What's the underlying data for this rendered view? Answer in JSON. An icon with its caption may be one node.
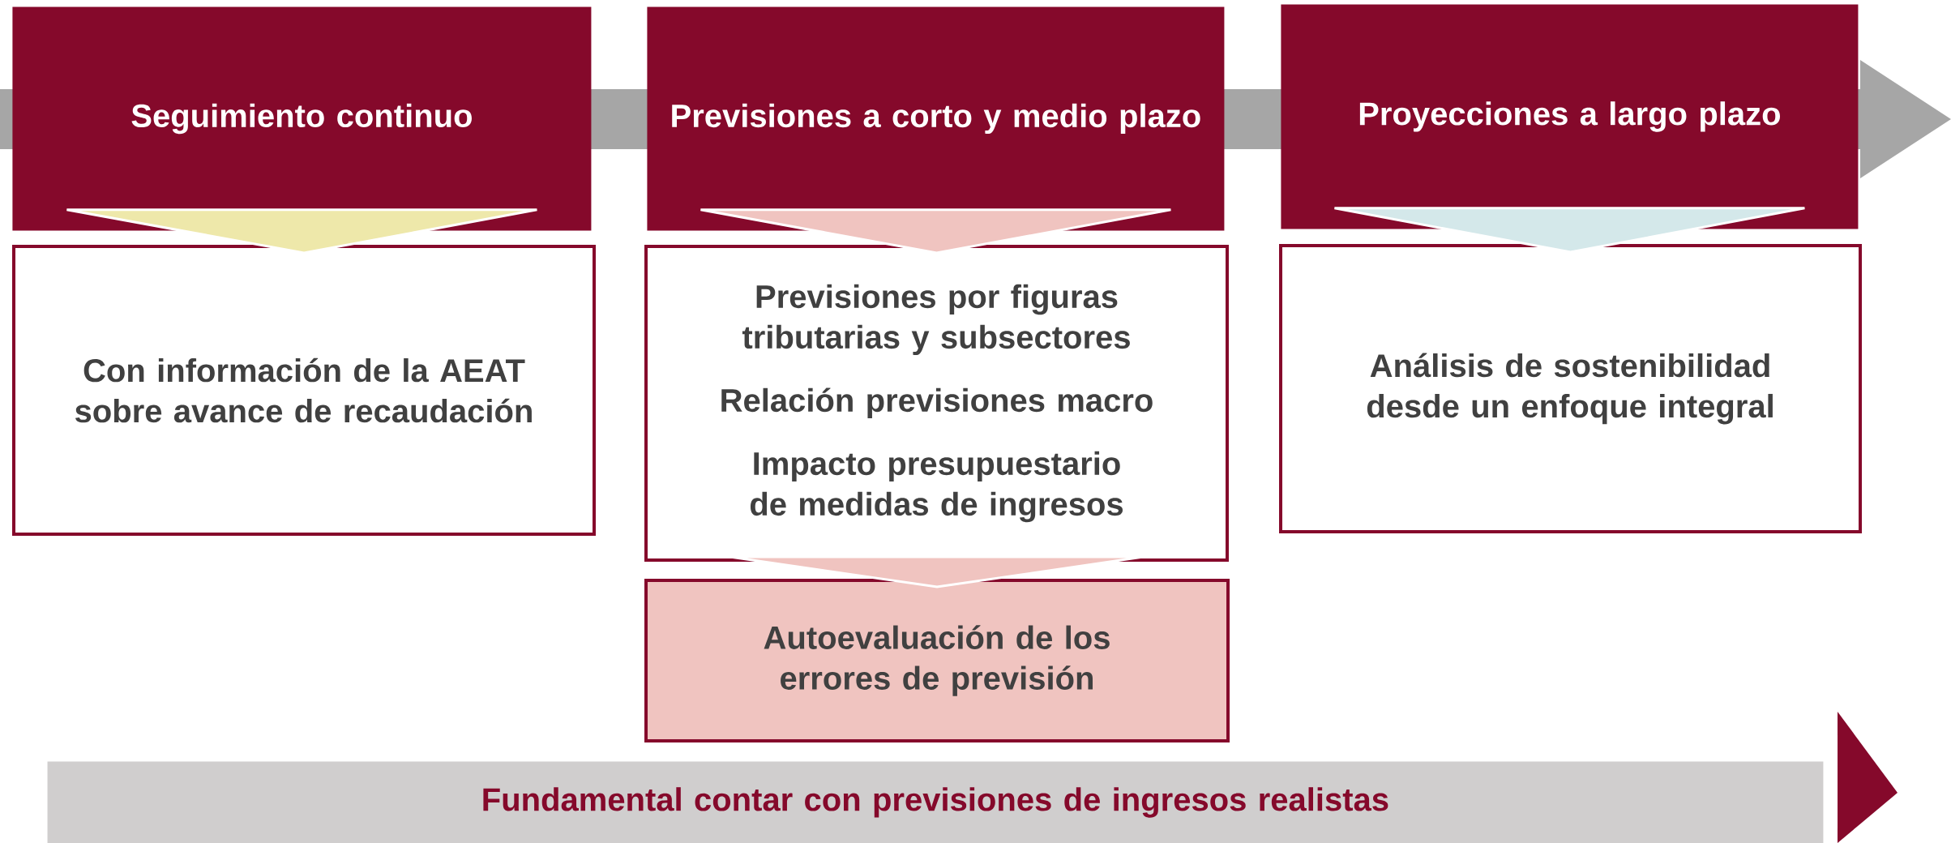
{
  "diagram": {
    "nodes": [
      {
        "text": [
          "Seguimiento continuo"
        ]
      },
      {
        "text": [
          "Previsiones a corto y medio plazo"
        ]
      },
      {
        "text": [
          "Proyecciones a largo plazo"
        ]
      },
      {
        "text": [
          "Con información de la AEAT sobre avance de recaudación"
        ]
      },
      {
        "text": [
          "Previsiones por figuras tributarias y subsectores",
          "Relación previsiones macro",
          "Impacto presupuestario de medidas de ingresos"
        ]
      },
      {
        "text": [
          "Análisis de sostenibilidad desde un enfoque integral"
        ]
      },
      {
        "text": [
          "Autoevaluación de los errores de previsión"
        ]
      },
      {
        "text": [
          "Fundamental contar con previsiones de ingresos realistas"
        ]
      }
    ],
    "edges": [
      {
        "from": 0,
        "to": 3,
        "arrow": "to",
        "color": "#eee8aa"
      },
      {
        "from": 1,
        "to": 4,
        "arrow": "to",
        "color": "#f0c4c0"
      },
      {
        "from": 2,
        "to": 5,
        "arrow": "to",
        "color": "#d4e8ea"
      },
      {
        "from": 4,
        "to": 6,
        "arrow": "to",
        "color": "#f0c4c0"
      }
    ]
  }
}
